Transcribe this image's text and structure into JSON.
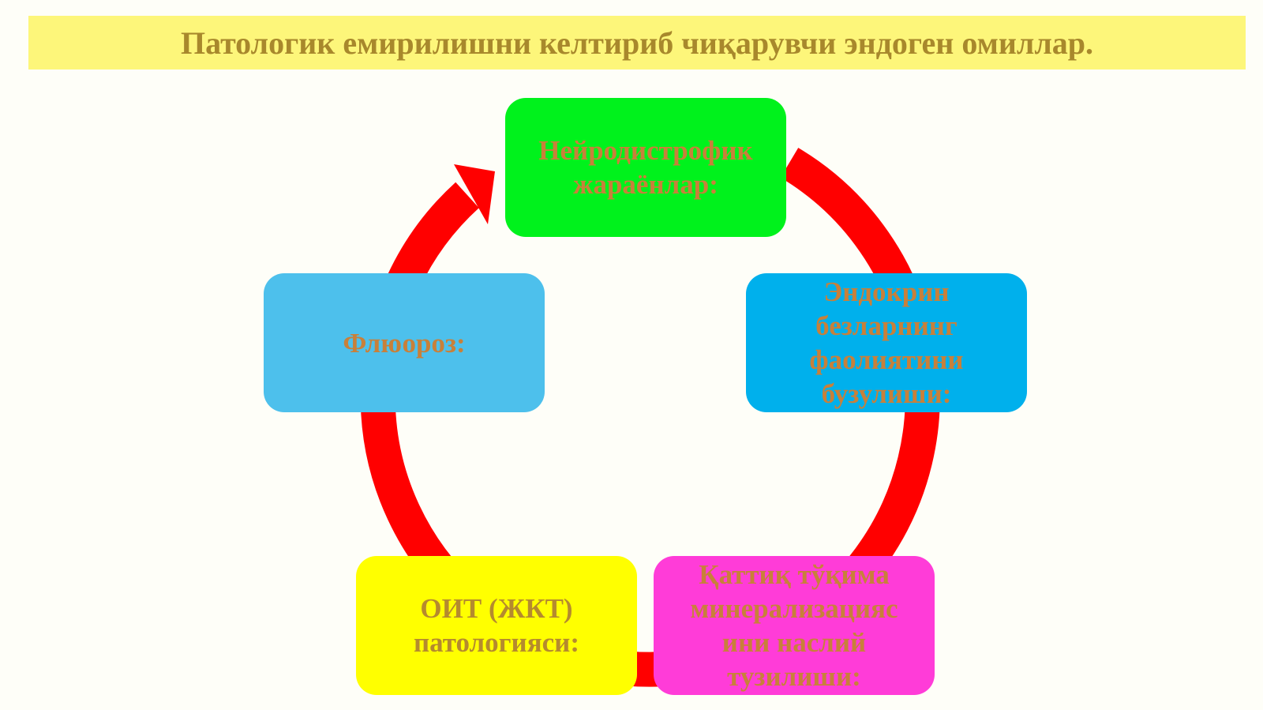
{
  "title": "Патологик емирилишни келтириб чиқарувчи эндоген омиллар.",
  "colors": {
    "title_band": "#fdf67a",
    "title_text": "#a8882c",
    "node_text": "#c8803a",
    "cycle_arrow": "#ff0000"
  },
  "nodes": [
    {
      "label": "Нейродистрофик\nжараёнлар:",
      "color": "#00f21c"
    },
    {
      "label": "Эндокрин\nбезларнинг\nфаолиятини\nбузулиши:",
      "color": "#00b0ec"
    },
    {
      "label": "Қаттиқ тўқима\nминерализацияс\nини наслий\nтузилиши:",
      "color": "#ff3cd8"
    },
    {
      "label": "ОИТ (ЖКТ)\nпатологияси:",
      "color": "#ffff00"
    },
    {
      "label": "Флюороз:",
      "color": "#4dc0ec"
    }
  ]
}
